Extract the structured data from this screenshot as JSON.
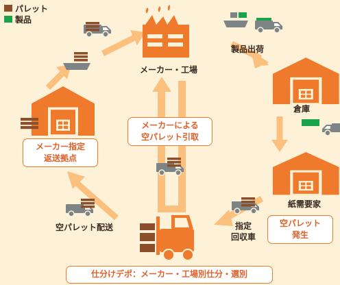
{
  "legend": {
    "pallet_label": "パレット",
    "product_label": "製品",
    "pallet_color": "#8b4f2c",
    "product_color": "#1aa34a"
  },
  "nodes": {
    "factory": "メーカー・工場",
    "warehouse": "倉庫",
    "paper_demand": "紙需要家",
    "return_point_line1": "メーカー指定",
    "return_point_line2": "返送拠点",
    "sorting_depot": "仕分けデポ：メーカー・工場別仕分・選別"
  },
  "flows": {
    "product_shipping": "製品出荷",
    "designated_line1": "指定",
    "designated_line2": "回収車",
    "empty_pallet_delivery": "空パレット配送",
    "pickup_line1": "メーカーによる",
    "pickup_line2": "空パレット引取",
    "occurrence_line1": "空パレット",
    "occurrence_line2": "発生"
  },
  "colors": {
    "orange": "#f07a2c",
    "arrow": "#fbc07e",
    "background": "#fdf1d8",
    "truck": "#7d8486"
  }
}
